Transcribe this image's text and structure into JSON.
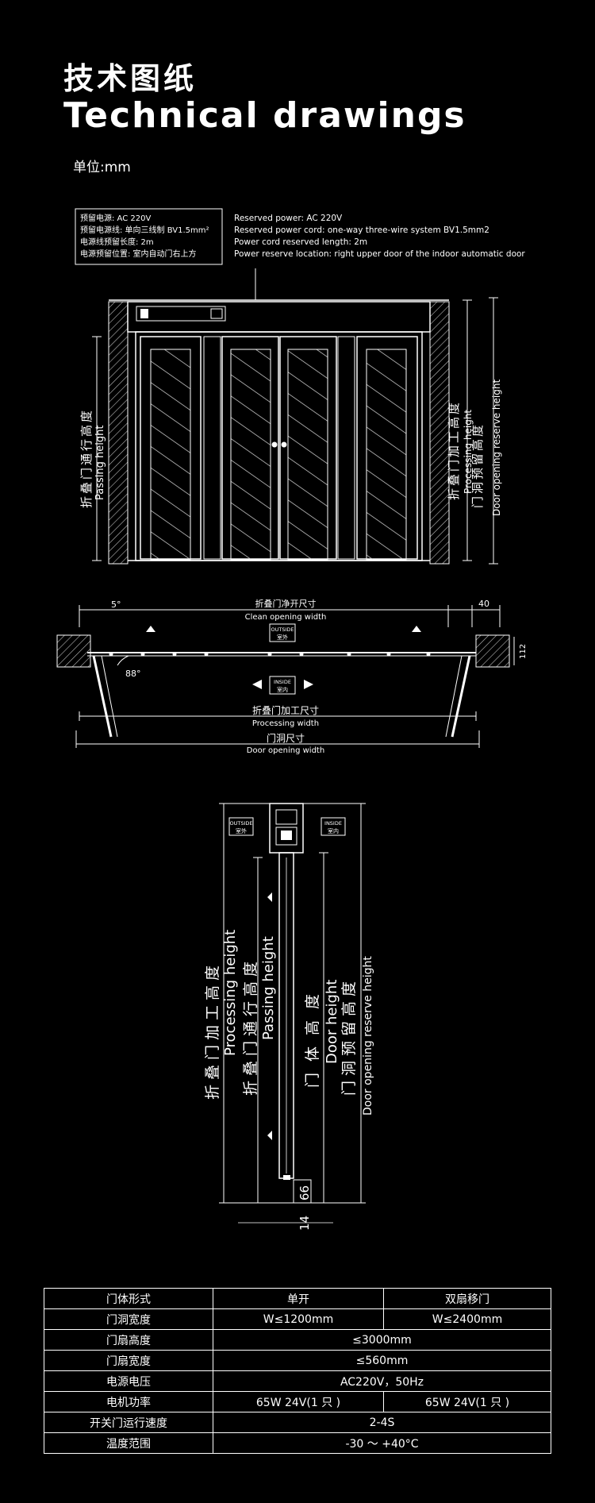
{
  "header": {
    "title_cn": "技术图纸",
    "title_en": "Technical drawings",
    "unit": "单位:mm"
  },
  "power_notes": {
    "cn": [
      "预留电源: AC 220V",
      "预留电源线: 单向三线制 BV1.5mm²",
      "电源线预留长度: 2m",
      "电源预留位置: 室内自动门右上方"
    ],
    "en": [
      "Reserved power: AC 220V",
      "Reserved power cord: one-way three-wire system BV1.5mm2",
      "Power cord reserved length: 2m",
      "Power reserve location: right upper door of the indoor automatic door"
    ]
  },
  "front_view": {
    "left_label_cn": "折叠门通行高度",
    "left_label_en": "Passing height",
    "right_label1_cn": "折叠门加工高度",
    "right_label1_en": "Processing height",
    "right_label2_cn": "门洞预留高度",
    "right_label2_en": "Door opening reserve height"
  },
  "plan_view": {
    "angle_top": "5°",
    "angle_swing": "88°",
    "dim_right": "40",
    "dim_side": "112",
    "clean_cn": "折叠门净开尺寸",
    "clean_en": "Clean opening width",
    "proc_cn": "折叠门加工尺寸",
    "proc_en": "Processing width",
    "opening_cn": "门洞尺寸",
    "opening_en": "Door opening width",
    "outside_en": "OUTSIDE",
    "outside_cn": "室外",
    "inside_en": "INSIDE",
    "inside_cn": "室内"
  },
  "section_view": {
    "outside_en": "OUTSIDE",
    "outside_cn": "室外",
    "inside_en": "INSIDE",
    "inside_cn": "室内",
    "proc_cn": "折叠门加工高度",
    "proc_en": "Processing height",
    "pass_cn": "折叠门通行高度",
    "pass_en": "Passing height",
    "door_cn": "门体高度",
    "door_en": "Door height",
    "reserve_cn": "门洞预留高度",
    "reserve_en": "Door opening reserve height",
    "dim_66": "66",
    "dim_14": "14"
  },
  "specs": {
    "rows": [
      {
        "label": "门体形式",
        "single": "单开",
        "double": "双扇移门"
      },
      {
        "label": "门洞宽度",
        "single": "W≤1200mm",
        "double": "W≤2400mm"
      },
      {
        "label": "门扇高度",
        "value": "≤3000mm"
      },
      {
        "label": "门扇宽度",
        "value": "≤560mm"
      },
      {
        "label": "电源电压",
        "value": "AC220V，50Hz"
      },
      {
        "label": "电机功率",
        "single": "65W 24V(1 只 )",
        "double": "65W 24V(1 只 )"
      },
      {
        "label": "开关门运行速度",
        "value": "2-4S"
      },
      {
        "label": "温度范围",
        "value": "-30 ～ +40°C"
      }
    ]
  }
}
